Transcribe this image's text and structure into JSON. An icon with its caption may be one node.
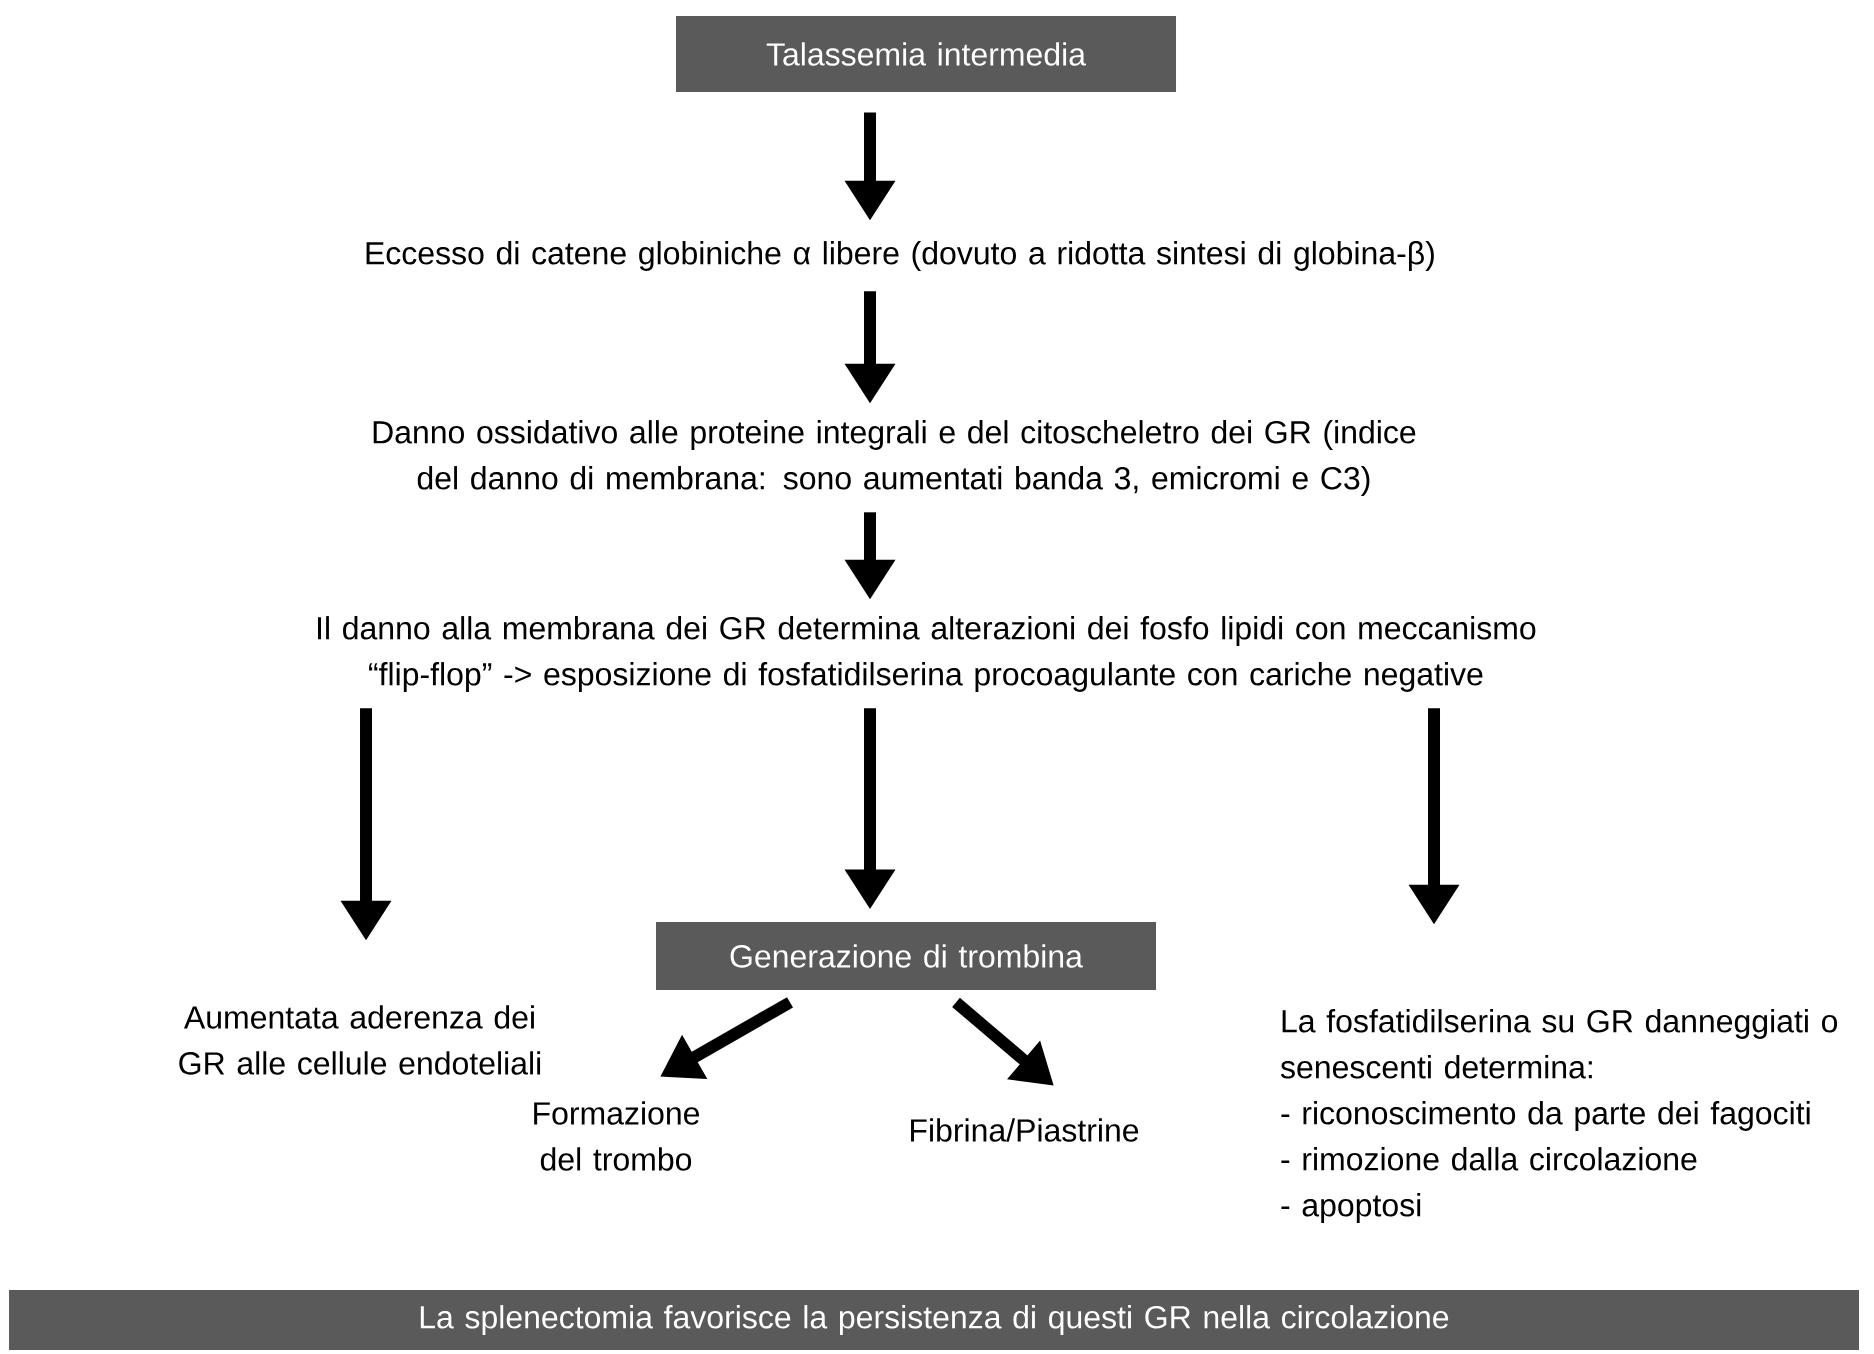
{
  "diagram": {
    "nodes": [
      {
        "text": [
          "Talassemia intermedia"
        ]
      },
      {
        "text": [
          "Eccesso di catene globiniche α libere (dovuto a ridotta sintesi di globina-β)"
        ]
      },
      {
        "text": [
          "Danno ossidativo alle proteine integrali e del citoscheletro dei GR (indice del danno di membrana: sono aumentati banda 3, emicromi e C3)"
        ]
      },
      {
        "text": [
          "Il danno alla membrana dei GR determina alterazioni dei fosfo lipidi con meccanismo “flip-flop” -> esposizione di fosfatidilserina procoagulante con cariche negative"
        ]
      },
      {
        "text": [
          "Aumentata aderenza dei GR alle cellule endoteliali"
        ]
      },
      {
        "text": [
          "Generazione di trombina"
        ]
      },
      {
        "text": [
          "La fosfatidilserina su GR danneggiati o senescenti determina:",
          "- riconoscimento da parte dei fagociti",
          "- rimozione dalla circolazione",
          "- apoptosi"
        ]
      },
      {
        "text": [
          "Formazione del trombo"
        ]
      },
      {
        "text": [
          "Fibrina/Piastrine"
        ]
      },
      {
        "text": [
          "La splenectomia favorisce la persistenza di questi GR nella circolazione"
        ]
      }
    ],
    "edges": [
      {
        "from": 0,
        "to": 1,
        "arrow": "to"
      },
      {
        "from": 1,
        "to": 2,
        "arrow": "to"
      },
      {
        "from": 2,
        "to": 3,
        "arrow": "to"
      },
      {
        "from": 3,
        "to": 4,
        "arrow": "to"
      },
      {
        "from": 3,
        "to": 5,
        "arrow": "to"
      },
      {
        "from": 3,
        "to": 6,
        "arrow": "to"
      },
      {
        "from": 5,
        "to": 7,
        "arrow": "to"
      },
      {
        "from": 5,
        "to": 8,
        "arrow": "to"
      }
    ]
  }
}
